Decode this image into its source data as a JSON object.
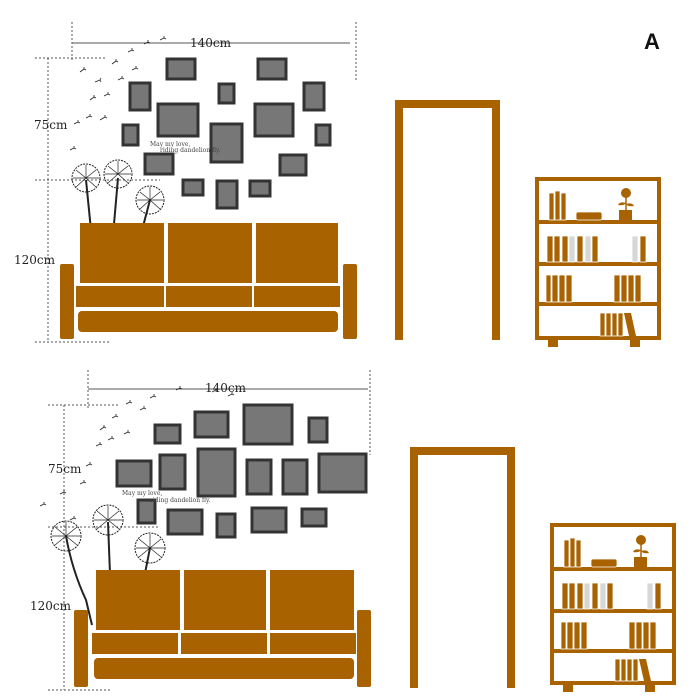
{
  "panel_label": "A",
  "colors": {
    "furniture": "#a86200",
    "frame_border": "#333333",
    "frame_fill": "#777777",
    "dim_line": "#555555",
    "dandelion": "#222222",
    "book_light": "#d7d7d7"
  },
  "scenes": [
    {
      "width_label": "140cm",
      "upper_height_label": "75cm",
      "lower_height_label": "120cm",
      "caption_line1": "May my love,",
      "caption_line2": "riding dandelion fly."
    },
    {
      "width_label": "140cm",
      "upper_height_label": "75cm",
      "lower_height_label": "120cm",
      "caption_line1": "May my love,",
      "caption_line2": "riding dandelion fly."
    }
  ]
}
